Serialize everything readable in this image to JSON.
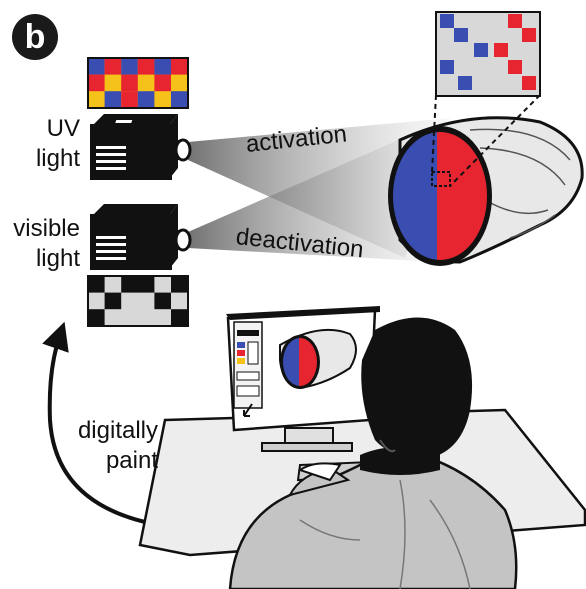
{
  "panel_letter": "b",
  "labels": {
    "uv_line1": "UV",
    "uv_line2": "light",
    "visible_line1": "visible",
    "visible_line2": "light",
    "activation": "activation",
    "deactivation": "deactivation",
    "paint_line1": "digitally",
    "paint_line2": "paint"
  },
  "colors": {
    "blue": "#3a4db0",
    "red": "#e62530",
    "yellow": "#f5c21a",
    "light_gray": "#d8d8d8",
    "black": "#111111"
  },
  "icons": {
    "uv_projector": "projector-icon",
    "visible_projector": "projector-icon",
    "object": "shoe-shaped-object",
    "monitor": "computer-monitor",
    "person": "user-at-desk",
    "arrow": "curved-arrow-up"
  }
}
